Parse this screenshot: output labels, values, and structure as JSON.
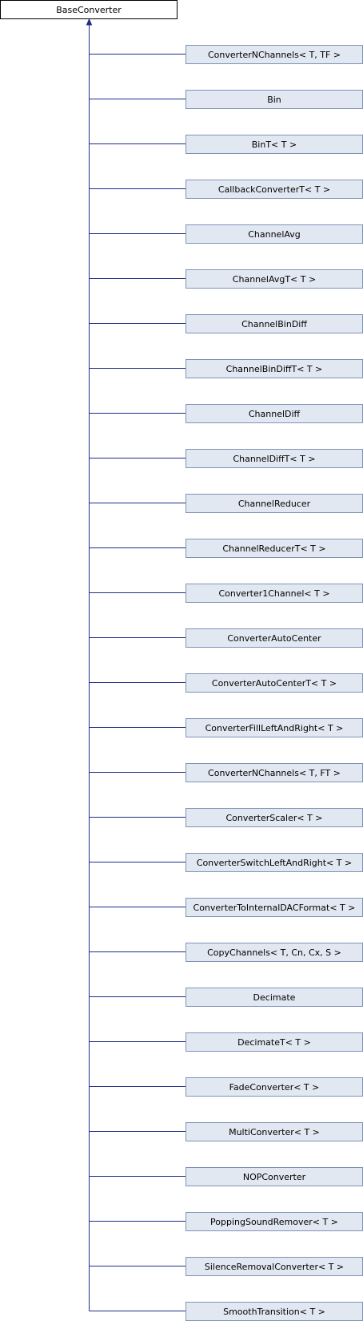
{
  "diagram": {
    "type": "class-inheritance",
    "base_class": "BaseConverter",
    "derived_classes": [
      "ConverterNChannels< T, TF >",
      "Bin",
      "BinT< T >",
      "CallbackConverterT< T >",
      "ChannelAvg",
      "ChannelAvgT< T >",
      "ChannelBinDiff",
      "ChannelBinDiffT< T >",
      "ChannelDiff",
      "ChannelDiffT< T >",
      "ChannelReducer",
      "ChannelReducerT< T >",
      "Converter1Channel< T >",
      "ConverterAutoCenter",
      "ConverterAutoCenterT< T >",
      "ConverterFillLeftAndRight< T >",
      "ConverterNChannels< T, FT >",
      "ConverterScaler< T >",
      "ConverterSwitchLeftAndRight< T >",
      "ConverterToInternalDACFormat< T >",
      "CopyChannels< T, Cn, Cx, S >",
      "Decimate",
      "DecimateT< T >",
      "FadeConverter< T >",
      "MultiConverter< T >",
      "NOPConverter",
      "PoppingSoundRemover< T >",
      "SilenceRemovalConverter< T >",
      "SmoothTransition< T >"
    ],
    "colors": {
      "edge": "#1f2f86",
      "child_fill": "#e2e8f2",
      "child_border": "#7f93b6",
      "base_fill": "#ffffff",
      "base_border": "#000000"
    }
  }
}
